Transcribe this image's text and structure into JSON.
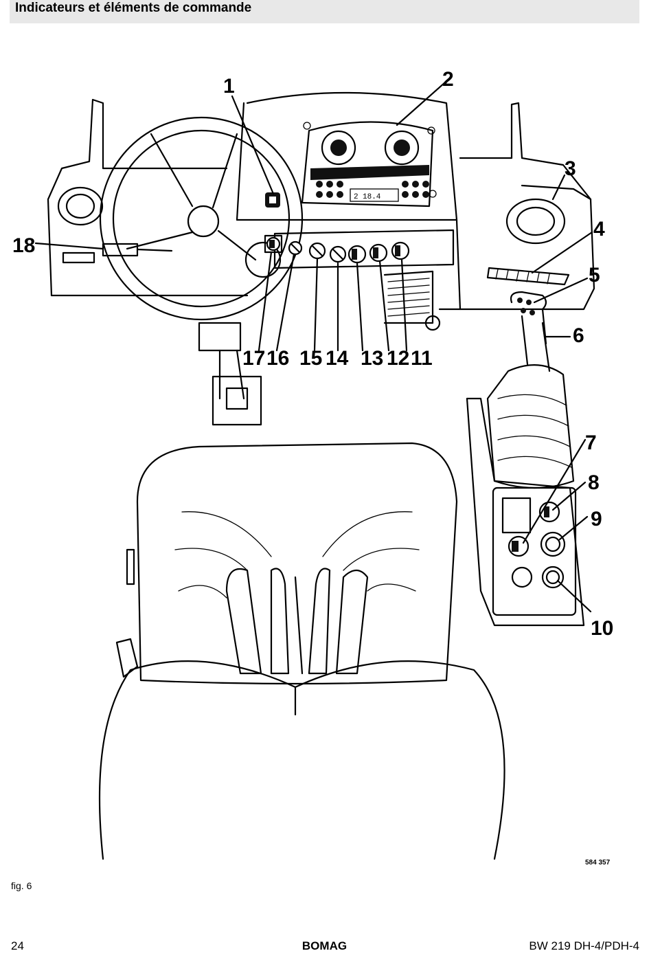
{
  "header": {
    "title": "Indicateurs et éléments de commande"
  },
  "figure": {
    "callouts": [
      "1",
      "2",
      "3",
      "4",
      "5",
      "6",
      "7",
      "8",
      "9",
      "10",
      "11",
      "12",
      "13",
      "14",
      "15",
      "16",
      "17",
      "18"
    ],
    "reference_number": "584 357",
    "caption": "fig. 6",
    "cluster_readouts": [
      "18.4",
      "2"
    ]
  },
  "footer": {
    "page_number": "24",
    "brand": "BOMAG",
    "model": "BW 219 DH-4/PDH-4"
  }
}
